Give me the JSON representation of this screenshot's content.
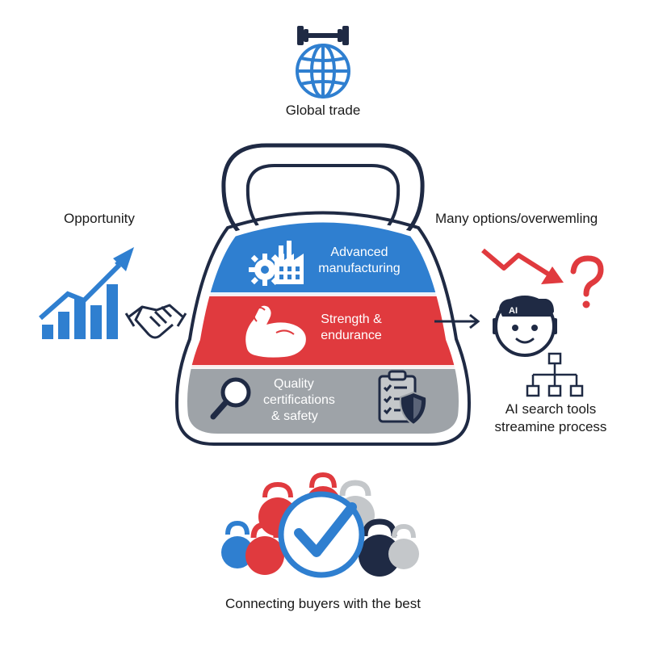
{
  "labels": {
    "top": "Global trade",
    "left": "Opportunity",
    "right_top": "Many options/overwemling",
    "right_bottom": [
      "AI search tools",
      "streamine process"
    ],
    "bottom": "Connecting buyers with the best",
    "ai_badge": "AI"
  },
  "bands": {
    "top": [
      "Advanced",
      "manufacturing"
    ],
    "middle": [
      "Strength &",
      "endurance"
    ],
    "bottom": [
      "Quality",
      "certifications",
      "& safety"
    ]
  },
  "colors": {
    "navy": "#1f2a44",
    "blue": "#2f7fd0",
    "red": "#e03a3e",
    "gray": "#9ea3a8",
    "light_gray": "#c4c7ca"
  },
  "icons": [
    "dumbbell-icon",
    "globe-icon",
    "gear-icon",
    "factory-icon",
    "flexed-arm-icon",
    "magnifier-icon",
    "clipboard-checklist-icon",
    "shield-icon",
    "growth-bar-chart-icon",
    "handshake-icon",
    "down-trend-arrow-icon",
    "question-mark-icon",
    "ai-robot-head-icon",
    "network-hierarchy-icon",
    "checkmark-circle-icon",
    "kettlebell-icon"
  ]
}
